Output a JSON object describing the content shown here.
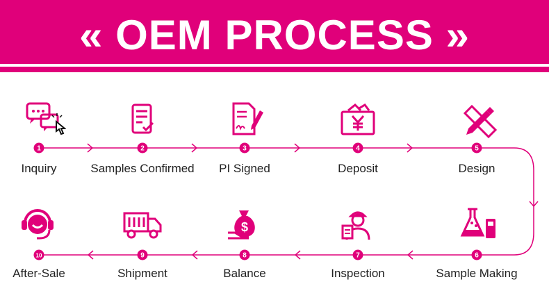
{
  "header": {
    "title": "« OEM PROCESS »"
  },
  "colors": {
    "accent": "#e0007a",
    "text": "#222222"
  },
  "steps": [
    {
      "number": "1",
      "label": "Inquiry",
      "icon": "chat-click-icon"
    },
    {
      "number": "2",
      "label": "Samples Confirmed",
      "icon": "checklist-icon"
    },
    {
      "number": "3",
      "label": "PI Signed",
      "icon": "signed-document-icon"
    },
    {
      "number": "4",
      "label": "Deposit",
      "icon": "yen-wallet-icon"
    },
    {
      "number": "5",
      "label": "Design",
      "icon": "pencil-ruler-icon"
    },
    {
      "number": "6",
      "label": "Sample Making",
      "icon": "lab-flask-icon"
    },
    {
      "number": "7",
      "label": "Inspection",
      "icon": "inspector-icon"
    },
    {
      "number": "8",
      "label": "Balance",
      "icon": "money-bag-icon"
    },
    {
      "number": "9",
      "label": "Shipment",
      "icon": "truck-icon"
    },
    {
      "number": "10",
      "label": "After-Sale",
      "icon": "headset-support-icon"
    }
  ]
}
